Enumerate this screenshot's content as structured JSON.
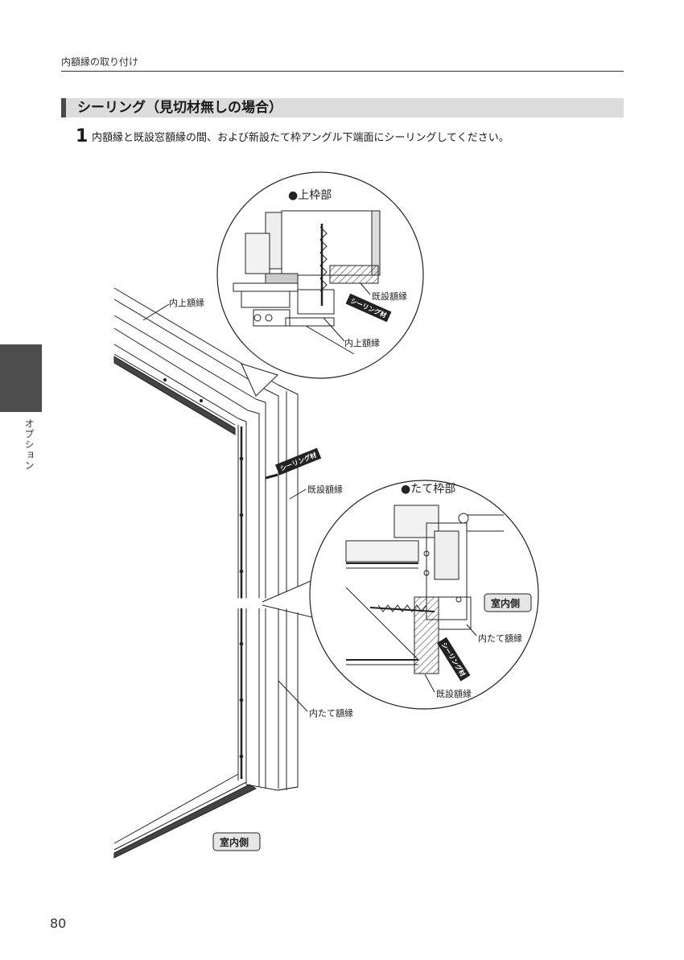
{
  "header": {
    "title": "内額縁の取り付け"
  },
  "section": {
    "title": "シーリング（見切材無しの場合）"
  },
  "step": {
    "number": "1",
    "text": "内額縁と既設窓額縁の間、および新設たて枠アングル下端面にシーリングしてください。"
  },
  "side_tab": {
    "label": "オプション"
  },
  "diagram": {
    "top_detail_title": "●上枠部",
    "side_detail_title": "●たて枠部",
    "labels": {
      "inner_top_casing": "内上額縁",
      "existing_casing": "既設額縁",
      "inner_vertical_casing": "内たて額縁",
      "sealant": "シーリング材",
      "indoor_side": "室内側"
    }
  },
  "page": {
    "number": "80"
  }
}
